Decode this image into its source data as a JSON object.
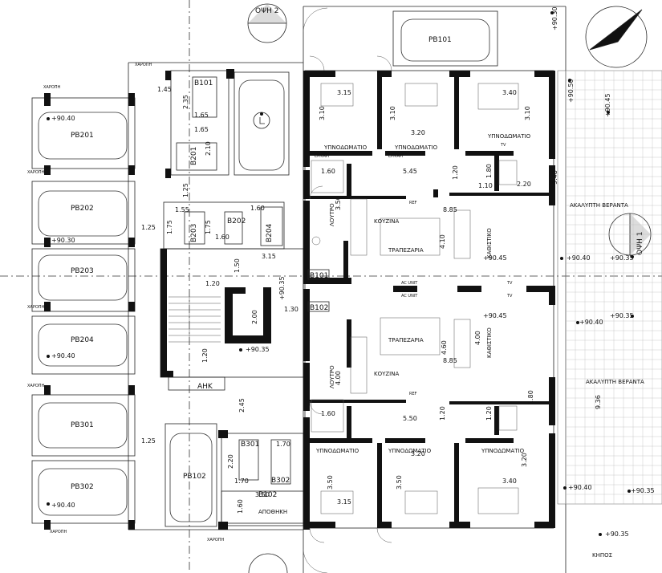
{
  "views": {
    "top": "ΟΨΗ 2",
    "right": "ΟΨΗ 1"
  },
  "north_arrow": "N",
  "parking": [
    {
      "id": "PB101",
      "label": "PB101"
    },
    {
      "id": "PB201",
      "label": "PB201"
    },
    {
      "id": "PB202",
      "label": "PB202"
    },
    {
      "id": "PB203",
      "label": "PB203"
    },
    {
      "id": "PB204",
      "label": "PB204"
    },
    {
      "id": "PB301",
      "label": "PB301"
    },
    {
      "id": "PB302",
      "label": "PB302"
    },
    {
      "id": "PB102",
      "label": "PB102"
    }
  ],
  "storage": [
    {
      "id": "B101",
      "label": "B101"
    },
    {
      "id": "B201",
      "label": "B201"
    },
    {
      "id": "B202",
      "label": "B202"
    },
    {
      "id": "B203",
      "label": "B203"
    },
    {
      "id": "B204",
      "label": "B204"
    },
    {
      "id": "B301",
      "label": "B301"
    },
    {
      "id": "B302",
      "label": "B302"
    },
    {
      "id": "B102",
      "label": "B102"
    }
  ],
  "units": [
    {
      "id": "B101",
      "label": "B101"
    },
    {
      "id": "B102",
      "label": "B102"
    }
  ],
  "rooms": {
    "bedroom": "ΥΠΝΟΔΩΜΑΤΙΟ",
    "kitchen": "ΚΟΥΖΙΝΑ",
    "dining": "ΤΡΑΠΕΖΑΡΙΑ",
    "living": "ΚΑΘΙΣΤΙΚΟ",
    "bath": "ΛΟΥΤΡΟ",
    "storage_room": "ΑΠΟΘΗΚΗ",
    "stairs": "ΑΗΚ",
    "veranda": "ΑΚΑΛΥΠΤΗ ΒΕΡΑΝΤΑ",
    "garden": "ΚΗΠΟΣ",
    "wardrobe": "ΕΡΜΑΡΙ",
    "fridge": "REF",
    "ac_unit": "AC UNIT",
    "tv": "TV",
    "tree": "ΧΑΡΟΠΗ"
  },
  "dimensions": {
    "d145": "1.45",
    "d235": "2.35",
    "d165a": "1.65",
    "d165b": "1.65",
    "d210": "2.10",
    "d125a": "1.25",
    "d125b": "1.25",
    "d125c": "1.25",
    "d155": "1.55",
    "d175a": "1.75",
    "d175b": "1.75",
    "d160a": "1.60",
    "d160b": "1.60",
    "d150": "1.50",
    "d315a": "3.15",
    "d120a": "1.20",
    "d200": "2.00",
    "d130": "1.30",
    "d120b": "1.20",
    "d245": "2.45",
    "d170a": "1.70",
    "d170b": "1.70",
    "d220": "2.20",
    "d350a": "3.50",
    "d160c": "1.60",
    "d315b": "3.15",
    "d310a": "3.10",
    "d310b": "3.10",
    "d320a": "3.20",
    "d340a": "3.40",
    "d310c": "3.10",
    "d545": "5.45",
    "d120c": "1.20",
    "d180a": "1.80",
    "d160d": "1.60",
    "d110": "1.10",
    "d220b": "2.20",
    "d948": "9.48",
    "d350b": "3.50",
    "d885a": "8.85",
    "d410": "4.10",
    "d460": "4.60",
    "d400": "4.00",
    "d885b": "8.85",
    "d400b": "4.00",
    "d550": "5.50",
    "d120d": "1.20",
    "d120e": "1.20",
    "d180b": "1.80",
    "d160e": "1.60",
    "d936": "9.36",
    "d320b": "3.20",
    "d350c": "3.50",
    "d350d": "3.50",
    "d315c": "3.15",
    "d320c": "3.20",
    "d340b": "3.40"
  },
  "levels": {
    "l9030a": "+90.30",
    "l9040a": "+90.40",
    "l9030b": "+90.30",
    "l9040b": "+90.40",
    "l9045a": "+90.45",
    "l9040c": "+90.40",
    "l9035a": "+90.35",
    "l9045b": "+90.45",
    "l9040d": "+90.40",
    "l9035b": "+90.35",
    "l9035c": "+90.35",
    "l9040e": "+90.40",
    "l9035d": "+90.35",
    "l9035e": "+90.35",
    "l9040f": "+90.40",
    "l9050": "+90.50",
    "l9045c": "+90.45",
    "l9035f": "+90.35"
  }
}
